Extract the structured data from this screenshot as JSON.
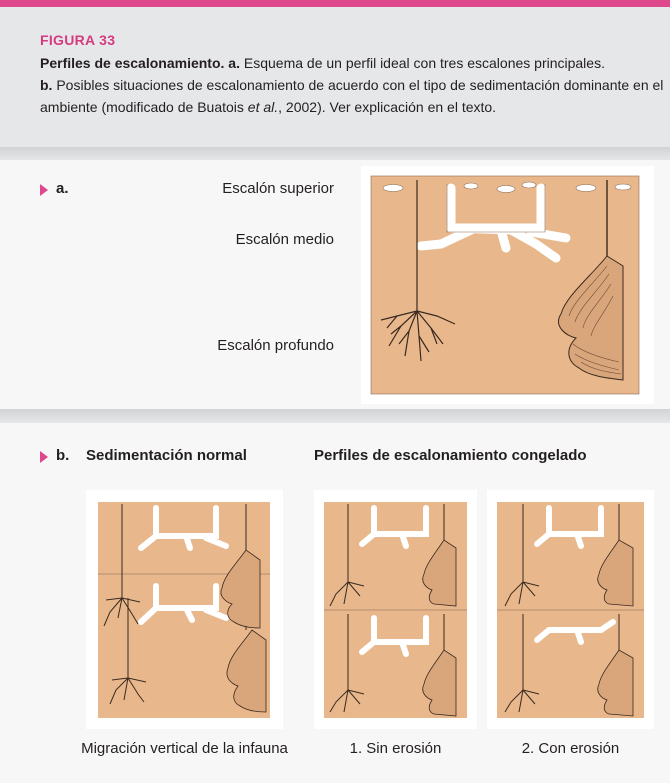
{
  "figure": {
    "label": "FIGURA 33",
    "caption_title": "Perfiles de escalonamiento.",
    "caption_a_marker": "a.",
    "caption_a_text": "Esquema de un perfil ideal con tres escalones principales.",
    "caption_b_marker": "b.",
    "caption_b_text_1": "Posibles situaciones de escalonamiento de acuerdo con el tipo de sedimentación dominante en el",
    "caption_b_text_2a": "ambiente (modificado de Buatois ",
    "caption_b_text_2b": "et al.",
    "caption_b_text_2c": ", 2002). Ver explicación en el texto."
  },
  "part_a": {
    "label": "a.",
    "tiers": [
      "Escalón superior",
      "Escalón medio",
      "Escalón profundo"
    ]
  },
  "part_b": {
    "label": "b.",
    "normal_heading": "Sedimentación normal",
    "frozen_heading": "Perfiles de escalonamiento congelado",
    "captions": [
      "Migración vertical de la infauna",
      "1. Sin erosión",
      "2. Con erosión"
    ]
  },
  "colors": {
    "accent": "#e0488e",
    "figure_label": "#d63b82",
    "sediment": "#e8b88c",
    "burrow_fill": "#ffffff",
    "line": "#3a2a20"
  },
  "icons": [
    "triangle-marker-icon"
  ]
}
